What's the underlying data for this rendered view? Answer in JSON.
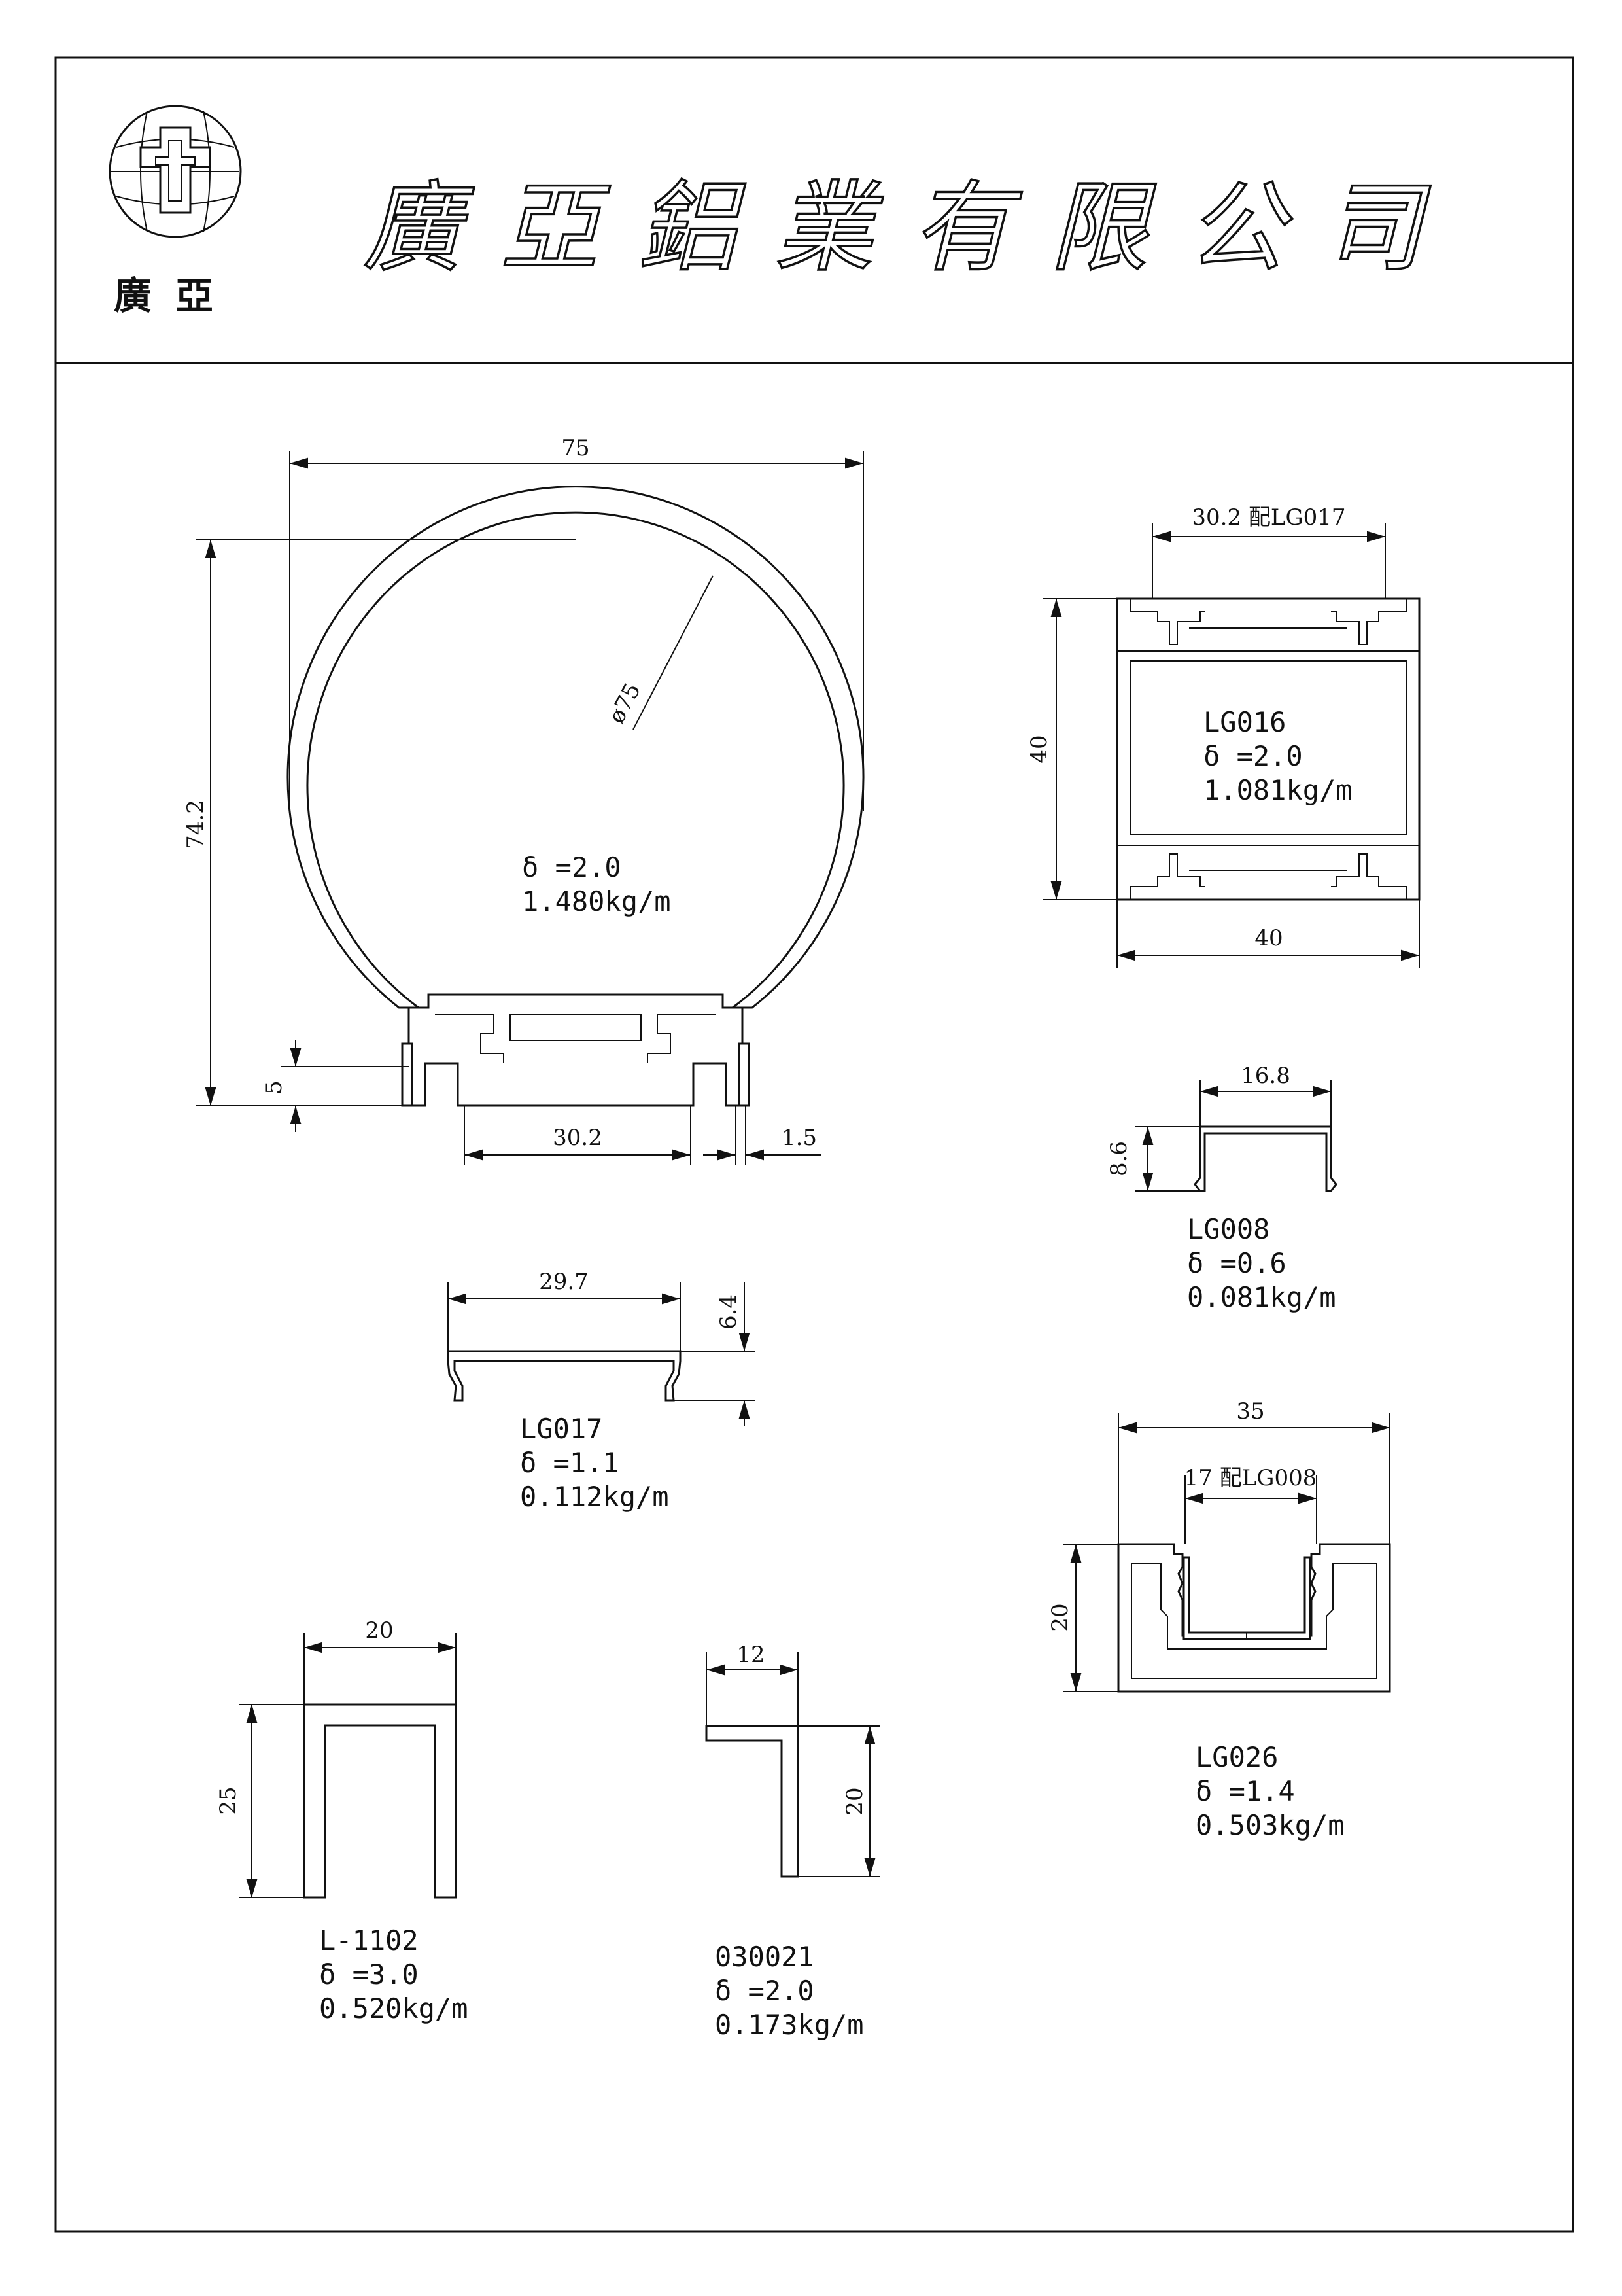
{
  "header": {
    "logo_text": "廣亞",
    "company_name": "廣亞鋁業有限公司"
  },
  "profiles": {
    "round": {
      "dim_width": "75",
      "dim_height": "74.2",
      "dim_diameter": "ø75",
      "dim_foot": "5",
      "dim_slot": "30.2",
      "dim_wall": "1.5",
      "thickness": "δ =2.0",
      "weight": "1.480kg/m"
    },
    "lg016": {
      "dim_top": "30.2 配LG017",
      "dim_height": "40",
      "dim_width": "40",
      "code": "LG016",
      "thickness": "δ =2.0",
      "weight": "1.081kg/m"
    },
    "lg008": {
      "dim_width": "16.8",
      "dim_height": "8.6",
      "code": "LG008",
      "thickness": "δ =0.6",
      "weight": "0.081kg/m"
    },
    "lg017": {
      "dim_width": "29.7",
      "dim_height": "6.4",
      "code": "LG017",
      "thickness": "δ =1.1",
      "weight": "0.112kg/m"
    },
    "lg026": {
      "dim_width": "35",
      "dim_inner": "17 配LG008",
      "dim_height": "20",
      "code": "LG026",
      "thickness": "δ =1.4",
      "weight": "0.503kg/m"
    },
    "l1102": {
      "dim_width": "20",
      "dim_height": "25",
      "code": "L-1102",
      "thickness": "δ =3.0",
      "weight": "0.520kg/m"
    },
    "p030021": {
      "dim_width": "12",
      "dim_height": "20",
      "code": "030021",
      "thickness": "δ =2.0",
      "weight": "0.173kg/m"
    }
  }
}
